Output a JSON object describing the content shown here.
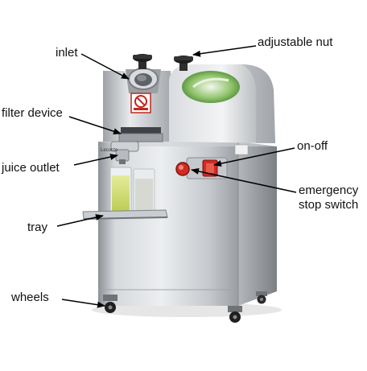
{
  "labels": {
    "inlet": "inlet",
    "adjustable_nut": "adjustable nut",
    "filter_device": "filter device",
    "on_off": "on-off",
    "juice_outlet": "juice outlet",
    "emergency_stop_line1": "emergency",
    "emergency_stop_line2": "stop switch",
    "tray": "tray",
    "wheels": "wheels"
  },
  "machine": {
    "brand_text": "Leconte",
    "warning_symbol": "prohibition-hand-icon"
  },
  "colors": {
    "steel_light": "#e4e6e8",
    "steel_mid": "#b9bdc1",
    "steel_dark": "#7f8489",
    "juice_green": "#c9d96a",
    "emergency_red": "#d42a1f",
    "warning_red": "#c0281f",
    "arrow": "#000000"
  }
}
